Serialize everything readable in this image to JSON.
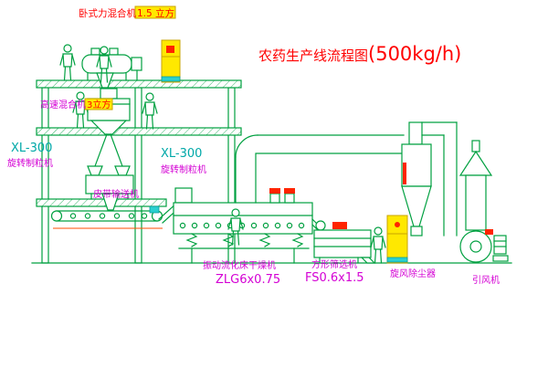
{
  "title": {
    "name": "农药生产线流程图",
    "capacity": "(500kg/h)"
  },
  "labels": {
    "horizontal_mixer": "卧式力混合机",
    "horizontal_mixer_spec": "1.5 立方",
    "high_speed_mixer": "高速混合机",
    "high_speed_mixer_spec": "3立方",
    "granulator_left_model": "XL-300",
    "granulator_left_name": "旋转制粒机",
    "granulator_mid_model": "XL-300",
    "granulator_mid_name": "旋转制粒机",
    "belt_conveyor": "皮带输送机",
    "dryer_name": "振动流化床干燥机",
    "dryer_model": "ZLG6x0.75",
    "sieve_name": "方形筛选机",
    "sieve_model": "FS0.6x1.5",
    "cyclone": "旋风除尘器",
    "fan": "引风机"
  },
  "colors": {
    "line_green": "#00a040",
    "label_magenta": "#d400d4",
    "label_cyan": "#00a8a8",
    "title_red": "#ff0000",
    "cabinet_yellow": "#ffe800"
  }
}
